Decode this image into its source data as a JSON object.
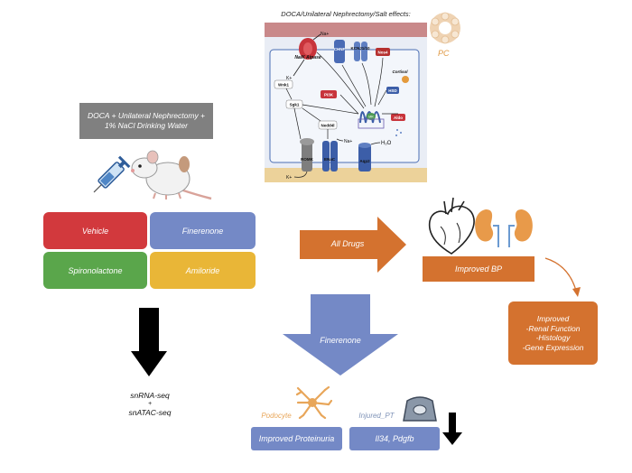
{
  "cell_panel": {
    "title": "DOCA/Unilateral Nephrectomy/Salt effects:",
    "pc_label": "PC",
    "labels": {
      "na_k_atpase": "Na/K Atpase",
      "chnf": "CHNF",
      "kcnj": "KCNJ1/10",
      "nos4": "Nos4",
      "cortisol": "Cortisol",
      "hsd": "HSD",
      "wnk1": "Wnk1",
      "sgk1": "Sgk1",
      "pi3k": "PI3K",
      "nedd4l": "Nedd4l",
      "mr": "MR",
      "aldo": "Aldo",
      "romk": "ROMK",
      "enac": "ENaC",
      "aqp2": "Aqp2",
      "na_top": "Na+",
      "k_left": "K+",
      "na_right": "Na+",
      "h2o": "H₂O",
      "k_bottom": "K+"
    }
  },
  "model_box": {
    "text": "DOCA + Unilateral Nephrectomy + 1% NaCl Drinking Water",
    "color": "#808080"
  },
  "treatments": [
    {
      "label": "Vehicle",
      "color": "#d2393d"
    },
    {
      "label": "Finerenone",
      "color": "#7489c6"
    },
    {
      "label": "Spironolactone",
      "color": "#5aa64b"
    },
    {
      "label": "Amiloride",
      "color": "#e9b637"
    }
  ],
  "all_drugs_label": "All Drugs",
  "improved_bp": "Improved BP",
  "improved_box": {
    "lines": [
      "Improved",
      "-Renal Function",
      "-Histology",
      "-Gene Expression"
    ]
  },
  "finerenone_arrow_label": "Finerenone",
  "seq_labels": [
    "snRNA-seq",
    "+",
    "snATAC-seq"
  ],
  "podocyte_label": "Podocyte",
  "injured_pt_label": "Injured_PT",
  "improved_proteinuria": "Improved Proteinuria",
  "genes_box": "Il34, Pdgfb",
  "colors": {
    "orange": "#d4722f",
    "blue": "#7489c6",
    "black": "#000000"
  }
}
